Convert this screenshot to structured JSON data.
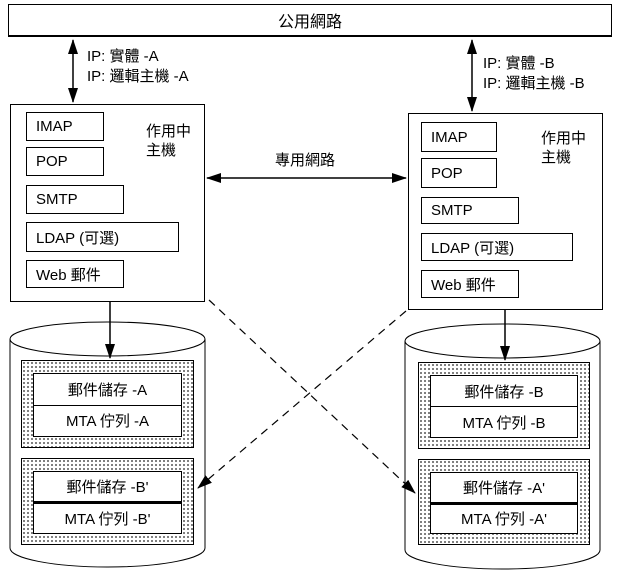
{
  "colors": {
    "line": "#000000",
    "background": "#ffffff"
  },
  "public_network_label": "公用網路",
  "private_network_label": "專用網路",
  "host_a": {
    "ip_physical": "IP: 實體 -A",
    "ip_logical": "IP: 邏輯主機 -A",
    "role_line1": "作用中",
    "role_line2": "主機",
    "services": [
      "IMAP",
      "POP",
      "SMTP",
      "LDAP (可選)",
      "Web 郵件"
    ]
  },
  "host_b": {
    "ip_physical": "IP: 實體 -B",
    "ip_logical": "IP: 邏輯主機 -B",
    "role_line1": "作用中",
    "role_line2": "主機",
    "services": [
      "IMAP",
      "POP",
      "SMTP",
      "LDAP (可選)",
      "Web 郵件"
    ]
  },
  "storage_a": {
    "primary": {
      "mail_store": "郵件儲存 -A",
      "mta_queue": "MTA 佇列 -A"
    },
    "replica": {
      "mail_store": "郵件儲存 -B'",
      "mta_queue": "MTA 佇列 -B'"
    }
  },
  "storage_b": {
    "primary": {
      "mail_store": "郵件儲存 -B",
      "mta_queue": "MTA 佇列 -B"
    },
    "replica": {
      "mail_store": "郵件儲存 -A'",
      "mta_queue": "MTA 佇列 -A'"
    }
  }
}
